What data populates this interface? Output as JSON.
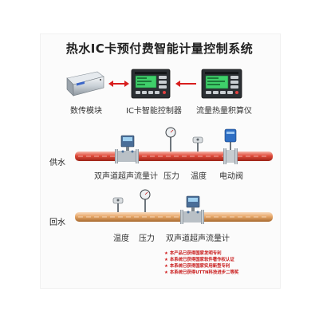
{
  "title": "热水IC卡预付费智能计量控制系统",
  "devices": {
    "module_label": "数传模块",
    "controller_label": "IC卡智能控制器",
    "calculator_label": "流量热量积算仪"
  },
  "supply": {
    "pipe_label": "供水",
    "instrument_labels": [
      "双声道超声流量计",
      "压力",
      "温度",
      "电动阀"
    ]
  },
  "return": {
    "pipe_label": "回水",
    "instrument_labels": [
      "温度",
      "压力",
      "双声道超声流量计"
    ]
  },
  "notes": [
    "本产品已获得国家发明专利",
    "本系统已获得国家软件著作权认证",
    "本系统已获得国家实用新型专利",
    "本系统已获得UTTN科技进步二等奖"
  ],
  "colors": {
    "supply_pipe": "#e04a3a",
    "return_pipe": "#e8a86a",
    "arrow": "#d81e1e",
    "note_text": "#c81818",
    "lcd_green": "#3fd06a"
  }
}
